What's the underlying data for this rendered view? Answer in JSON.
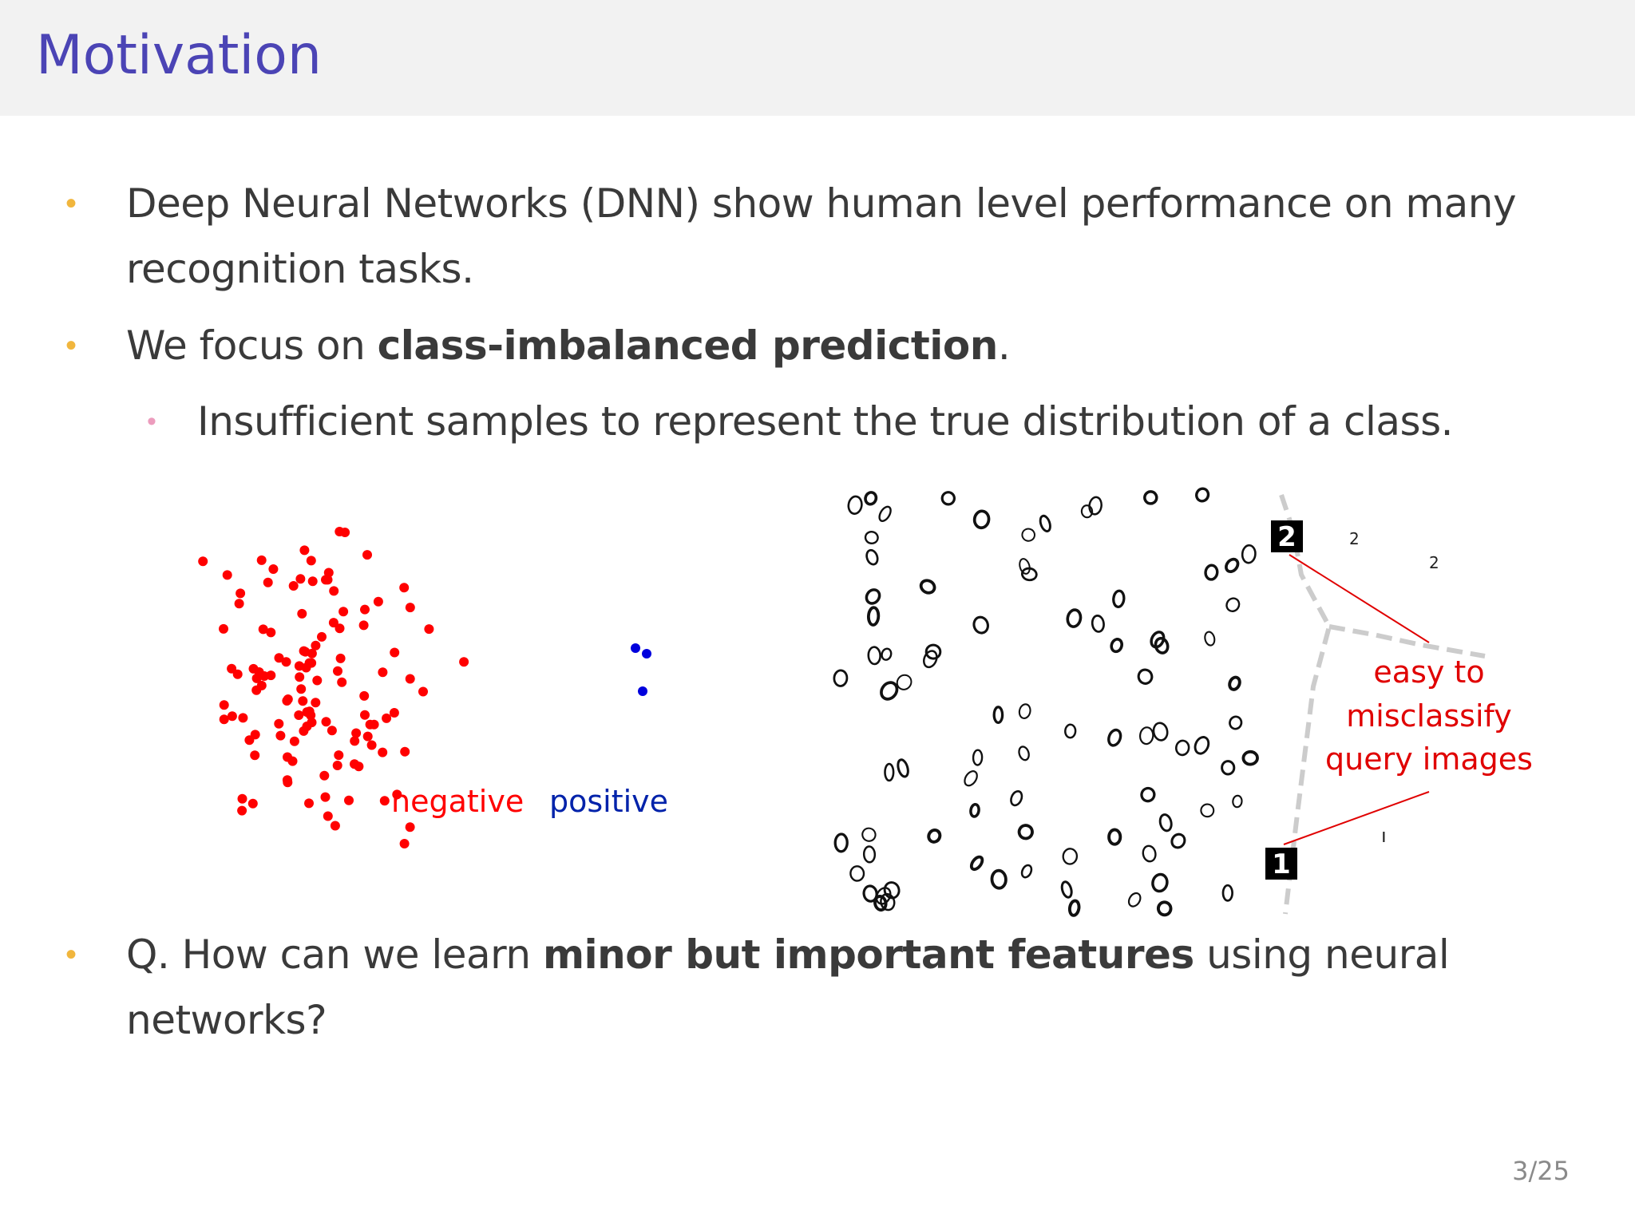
{
  "slide": {
    "title": "Motivation",
    "page_number": "3/25"
  },
  "bullets": {
    "b1_line1": "Deep Neural Networks (DNN) show human level performance on many",
    "b1_line2": "recognition tasks.",
    "b2_prefix": "We focus on ",
    "b2_bold": "class-imbalanced prediction",
    "b2_suffix": ".",
    "b3": "Insufficient samples to represent the true distribution of a class.",
    "b4_prefix": "Q. How can we learn ",
    "b4_bold": "minor but important features",
    "b4_suffix": " using neural networks?"
  },
  "scatter_figure": {
    "negative_label": "negative",
    "positive_label": "positive",
    "negative_color": "#ff0000",
    "positive_color": "#0000dd"
  },
  "digits_figure": {
    "annotation_line1": "easy to",
    "annotation_line2": "misclassify",
    "annotation_line3": "query images",
    "annotation_color": "#e00000",
    "query_digit_top": "2",
    "query_digit_bottom": "1"
  },
  "colors": {
    "title": "#4b44b5",
    "bullet_level1": "#f1b63d",
    "bullet_level2": "#ec9cbd"
  }
}
